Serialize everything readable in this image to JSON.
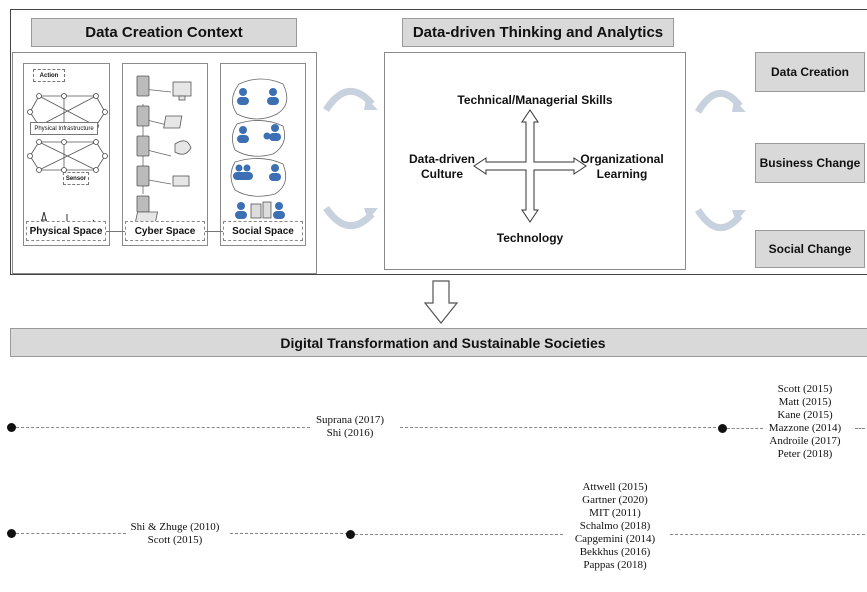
{
  "context": {
    "title": "Data Creation Context",
    "spaces": [
      "Physical Space",
      "Cyber Space",
      "Social Space"
    ],
    "physical_labels": [
      "Action",
      "Physical Infrastructure",
      "Sensor"
    ]
  },
  "analytics": {
    "title": "Data-driven Thinking and Analytics",
    "axis": {
      "top": "Technical/Managerial Skills",
      "left_line1": "Data-driven",
      "left_line2": "Culture",
      "right_line1": "Organizational",
      "right_line2": "Learning",
      "bottom": "Technology"
    }
  },
  "outcomes": [
    "Data Creation",
    "Business Change",
    "Social Change"
  ],
  "transformation": {
    "title": "Digital Transformation and Sustainable Societies"
  },
  "references": {
    "row1_mid": [
      "Suprana (2017)",
      "Shi (2016)"
    ],
    "row1_right": [
      "Scott (2015)",
      "Matt (2015)",
      "Kane (2015)",
      "Mazzone (2014)",
      "Androile (2017)",
      "Peter (2018)"
    ],
    "row2_left": [
      "Shi & Zhuge  (2010)",
      "Scott (2015)"
    ],
    "row2_mid": [
      "Attwell (2015)",
      "Gartner (2020)",
      "MIT (2011)",
      "Schalmo (2018)",
      "Capgemini (2014)",
      "Bekkhus (2016)",
      "Pappas (2018)"
    ]
  }
}
